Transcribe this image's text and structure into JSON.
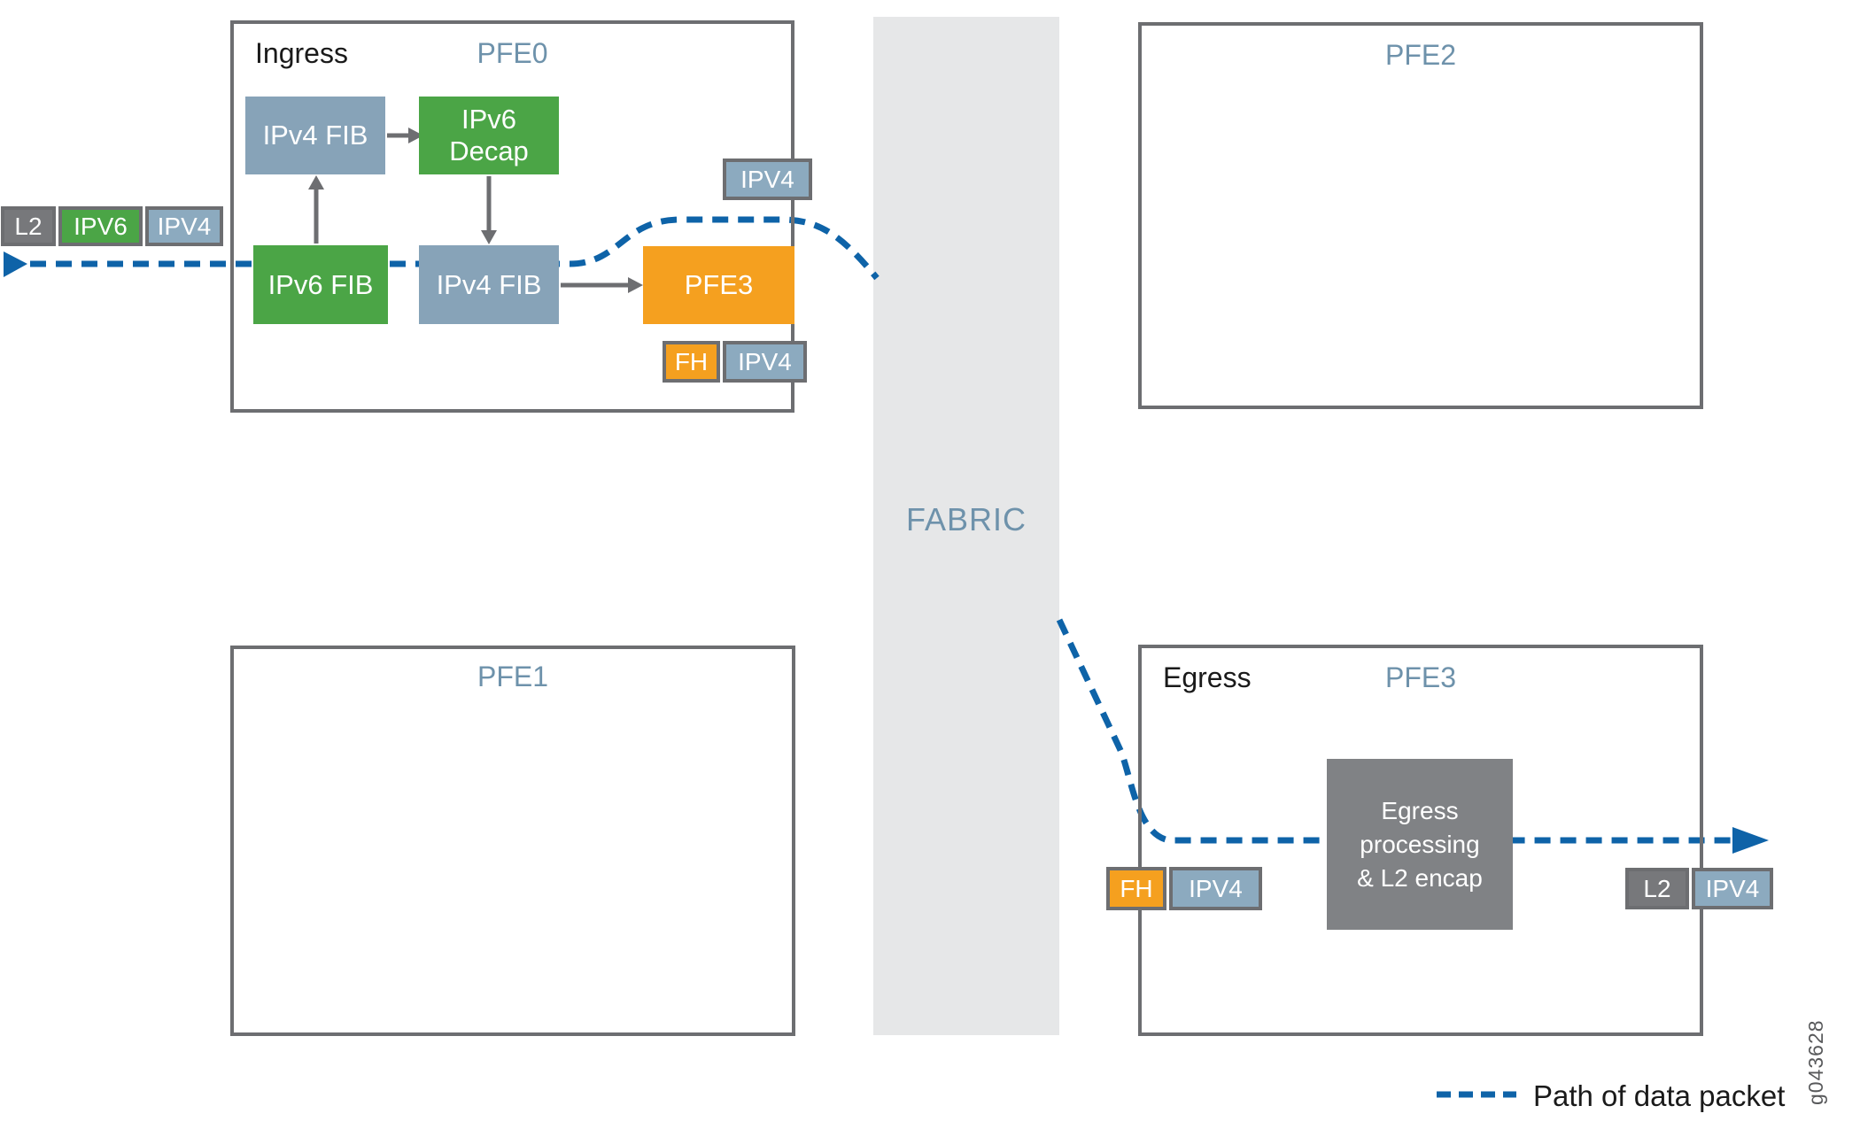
{
  "colors": {
    "green": "#4ba546",
    "steel": "#87a3b8",
    "steel-light": "#8caabf",
    "orange": "#f5a01f",
    "border-gray": "#6d6e71",
    "dark-seg": "#77787b",
    "proc-gray": "#808285",
    "fabric-bg": "#e6e7e8",
    "path-blue": "#0e63a8",
    "pfe-blue": "#6e92ab",
    "text-dark": "#1a1a1a",
    "fig-gray": "#58595b"
  },
  "fabric": {
    "label": "FABRIC"
  },
  "pfe0": {
    "role": "Ingress",
    "title": "PFE0",
    "ipv4_fib_top": "IPv4 FIB",
    "ipv6_decap": {
      "lines": [
        "IPv6",
        "Decap"
      ]
    },
    "ipv6_fib": "IPv6 FIB",
    "ipv4_fib": "IPv4 FIB",
    "pfe3_box": "PFE3"
  },
  "pfe1": {
    "title": "PFE1"
  },
  "pfe2": {
    "title": "PFE2"
  },
  "pfe3": {
    "role": "Egress",
    "title": "PFE3",
    "processing": {
      "lines": [
        "Egress",
        "processing",
        "& L2 encap"
      ]
    }
  },
  "packets": {
    "ingress_in": {
      "segments": [
        {
          "kind": "l2",
          "text": "L2"
        },
        {
          "kind": "ipv6",
          "text": "IPV6"
        },
        {
          "kind": "ipv4",
          "text": "IPV4"
        }
      ]
    },
    "to_fabric": {
      "segments": [
        {
          "kind": "ipv4",
          "text": "IPV4"
        }
      ]
    },
    "ingress_out": {
      "segments": [
        {
          "kind": "fh",
          "text": "FH"
        },
        {
          "kind": "ipv4",
          "text": "IPV4"
        }
      ]
    },
    "egress_in": {
      "segments": [
        {
          "kind": "fh",
          "text": "FH"
        },
        {
          "kind": "ipv4",
          "text": "IPV4"
        }
      ]
    },
    "egress_out": {
      "segments": [
        {
          "kind": "l2",
          "text": "L2"
        },
        {
          "kind": "ipv4",
          "text": "IPV4"
        }
      ]
    }
  },
  "legend": {
    "label": "Path of data packet"
  },
  "figure_id": "g043628"
}
